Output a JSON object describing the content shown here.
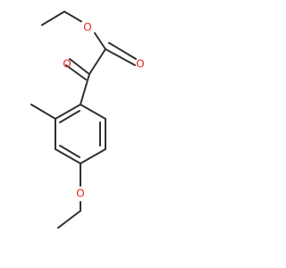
{
  "molecule": {
    "atoms": [
      {
        "id": "o-ketone",
        "symbol": "O",
        "color": "#e8251c"
      },
      {
        "id": "o-ester-carbonyl",
        "symbol": "O",
        "color": "#e8251c"
      },
      {
        "id": "o-ester-alkyl",
        "symbol": "O",
        "color": "#e8251c"
      },
      {
        "id": "o-ether",
        "symbol": "O",
        "color": "#e8251c"
      }
    ],
    "bond_color": "#303030"
  }
}
